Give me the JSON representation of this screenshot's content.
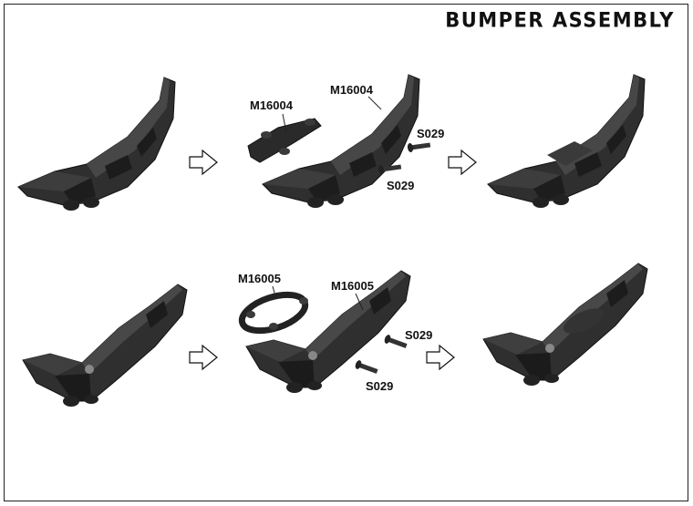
{
  "title": "BUMPER ASSEMBLY",
  "colors": {
    "part": "#2d2d2d",
    "part_dark": "#1a1a1a",
    "part_light": "#4a4a4a",
    "line": "#222222"
  },
  "rows": [
    {
      "labels": {
        "bumper_mount": "M16004",
        "bumper": "M16004",
        "screw_upper": "S029",
        "screw_lower": "S029"
      }
    },
    {
      "labels": {
        "bumper_mount": "M16005",
        "bumper": "M16005",
        "screw_upper": "S029",
        "screw_lower": "S029"
      }
    }
  ]
}
